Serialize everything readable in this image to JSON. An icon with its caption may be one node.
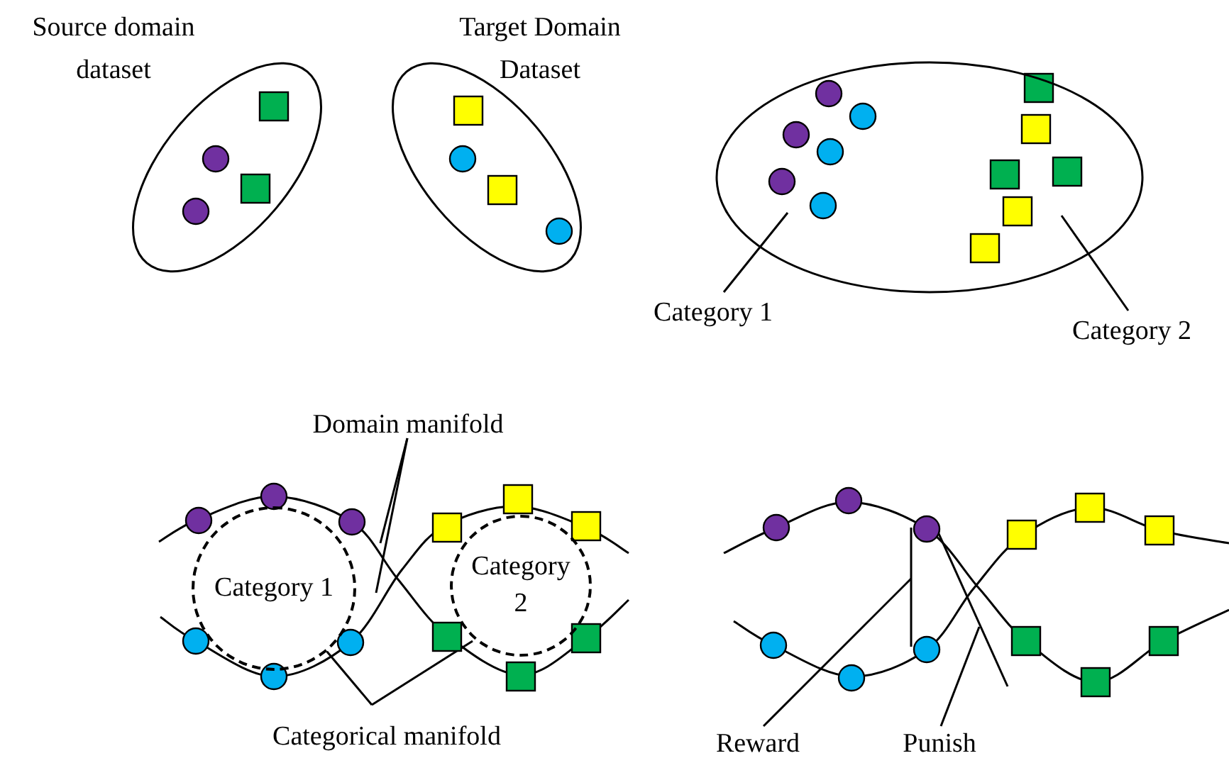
{
  "diagram": {
    "nodes": [
      {
        "text": [
          "Source domain dataset"
        ]
      },
      {
        "text": [
          "Target Domain Dataset"
        ]
      },
      {
        "text": [],
        "shape": "ellipse"
      },
      {
        "text": [
          "Category 1"
        ]
      },
      {
        "text": [
          "Category 2"
        ]
      },
      {
        "text": [
          "Domain manifold"
        ]
      },
      {
        "text": [
          "Category 1"
        ]
      },
      {
        "text": [
          "Category 2"
        ]
      },
      {
        "text": [
          "Categorical manifold"
        ]
      },
      {
        "text": [
          "Reward"
        ]
      },
      {
        "text": [
          "Punish"
        ]
      }
    ],
    "edges": [
      {
        "from": 3,
        "to": 2,
        "arrow": "none"
      },
      {
        "from": 4,
        "to": 2,
        "arrow": "none"
      },
      {
        "from": 5,
        "to": null,
        "arrow": "none"
      },
      {
        "from": 5,
        "to": 6,
        "arrow": "none"
      },
      {
        "from": 8,
        "to": 6,
        "arrow": "none"
      },
      {
        "from": 8,
        "to": 7,
        "arrow": "none"
      },
      {
        "from": 9,
        "to": null,
        "arrow": "none"
      },
      {
        "from": 10,
        "to": null,
        "arrow": "none"
      }
    ]
  }
}
